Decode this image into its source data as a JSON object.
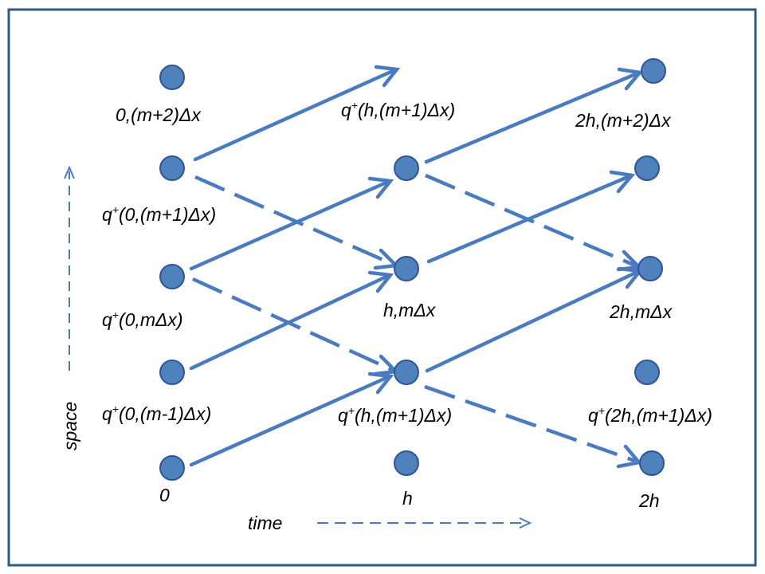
{
  "colors": {
    "node_fill": "#4F81BD",
    "node_stroke": "#2F5597",
    "arrow": "#4A7BC0",
    "frame": "#2E5A88",
    "text": "#000000"
  },
  "axes": {
    "space_label": "space",
    "time_label": "time"
  },
  "labels": {
    "l_0_m2": "0,(m+2)Δx",
    "l_q_h_m1_top_pre": "q",
    "l_q_h_m1_top_sup": "+",
    "l_q_h_m1_top_post": "(h,(m+1)Δx)",
    "l_2h_m2": "2h,(m+2)Δx",
    "l_q_0_m1_pre": "q",
    "l_q_0_m1_sup": "+",
    "l_q_0_m1_post": "(0,(m+1)Δx)",
    "l_q_0_m_pre": "q",
    "l_q_0_m_sup": "+",
    "l_q_0_m_post": "(0,mΔx)",
    "l_h_m": "h,mΔx",
    "l_2h_m": "2h,mΔx",
    "l_q_0_mm1_pre": "q",
    "l_q_0_mm1_sup": "+",
    "l_q_0_mm1_post": "(0,(m-1)Δx)",
    "l_q_h_m1_bot_pre": "q",
    "l_q_h_m1_bot_sup": "+",
    "l_q_h_m1_bot_post": "(h,(m+1)Δx)",
    "l_q_2h_m1_pre": "q",
    "l_q_2h_m1_sup": "+",
    "l_q_2h_m1_post": "(2h,(m+1)Δx)",
    "l_0": "0",
    "l_h": "h",
    "l_2h": "2h"
  }
}
